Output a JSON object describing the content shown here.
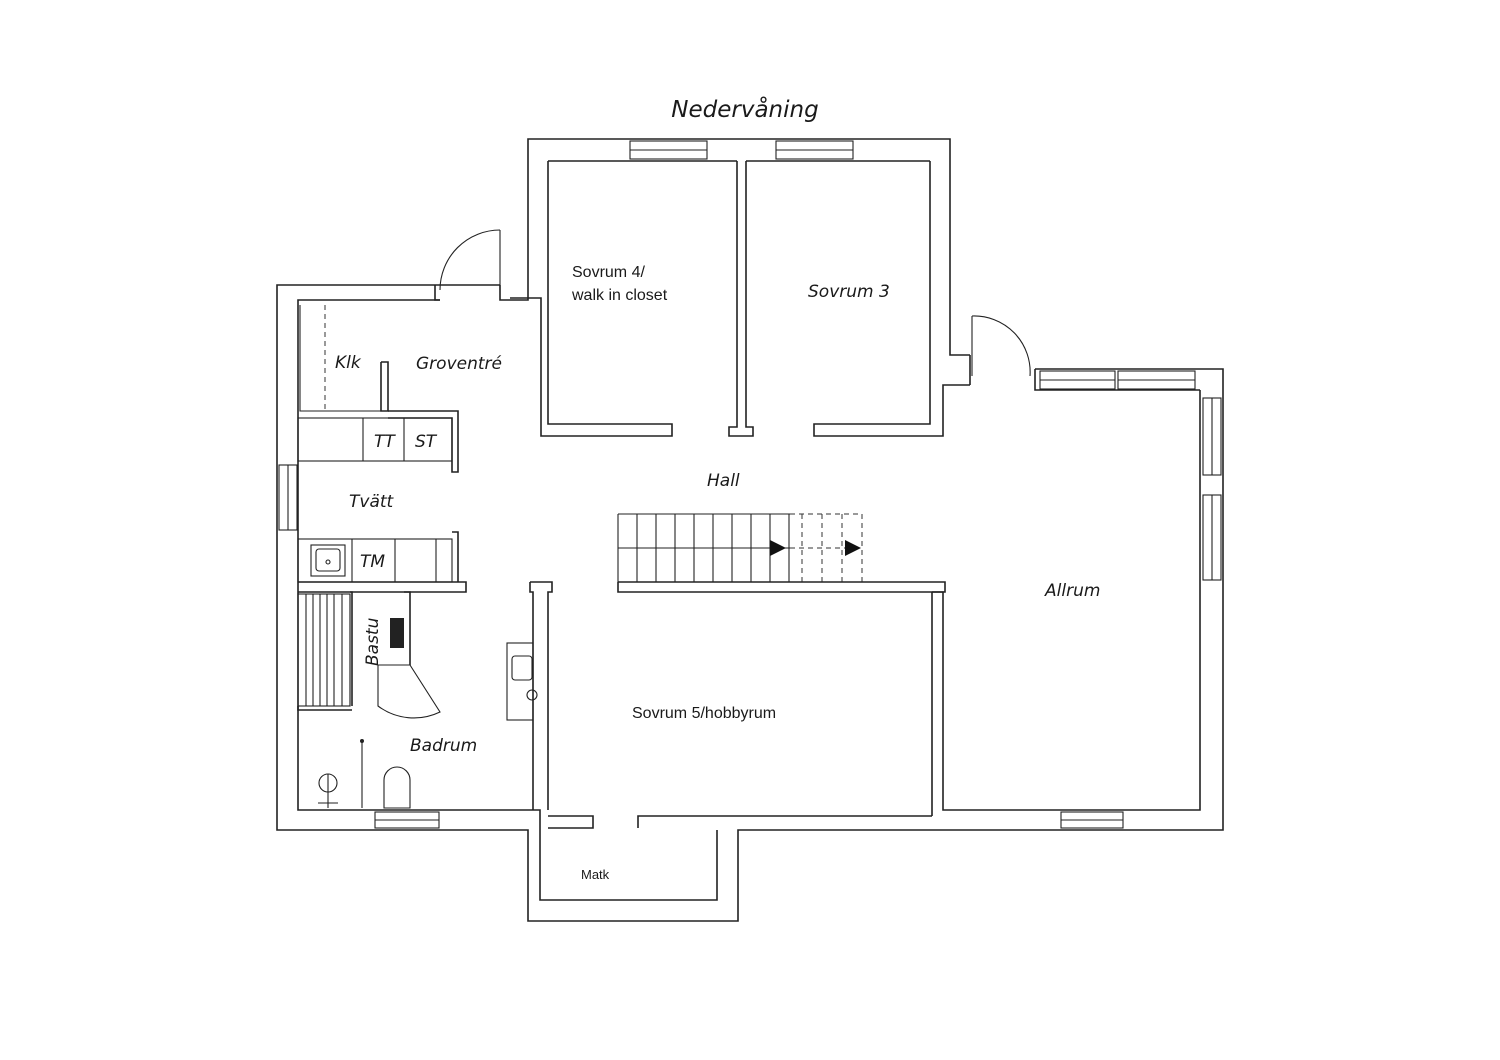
{
  "title": "Nedervåning",
  "rooms": {
    "sovrum4_line1": "Sovrum 4/",
    "sovrum4_line2": "walk in closet",
    "sovrum3": "Sovrum 3",
    "klk": "Klk",
    "groventre": "Groventré",
    "tt": "TT",
    "st": "ST",
    "tvatt": "Tvätt",
    "tm": "TM",
    "hall": "Hall",
    "allrum": "Allrum",
    "bastu": "Bastu",
    "badrum": "Badrum",
    "sovrum5": "Sovrum 5/hobbyrum",
    "matk": "Matk"
  },
  "colors": {
    "line": "#222222",
    "background": "#ffffff"
  }
}
